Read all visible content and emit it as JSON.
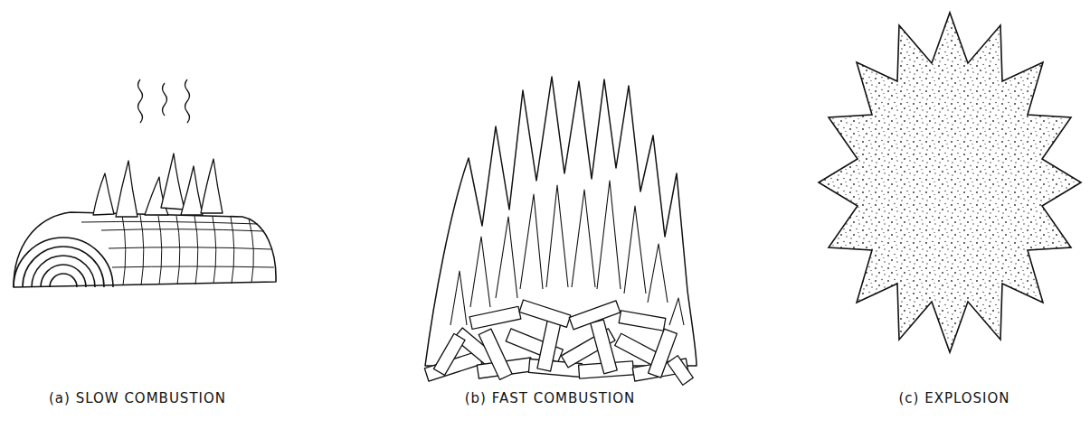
{
  "diagram": {
    "labels": [
      "(a) SLOW COMBUSTION",
      "(b) FAST COMBUSTION",
      "(c) EXPLOSION"
    ]
  }
}
